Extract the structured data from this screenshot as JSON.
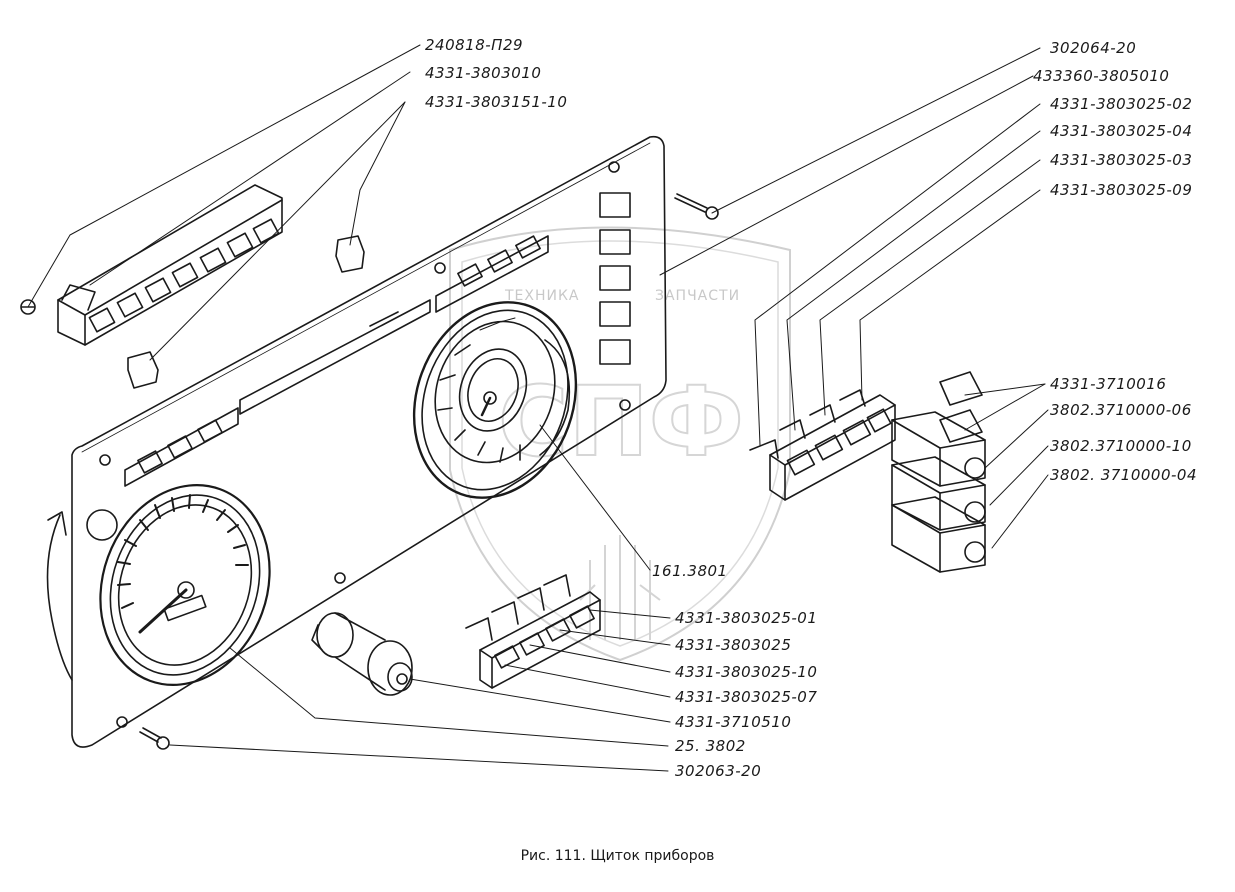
{
  "caption": "Рис. 111. Щиток приборов",
  "watermark": {
    "line1": "ТЕХНИКА",
    "line2": "ЗАПЧАСТИ",
    "logo": "СПФ"
  },
  "labels": [
    "240818-П29",
    "4331-3803010",
    "4331-3803151-10",
    "302064-20",
    "433360-3805010",
    "4331-3803025-02",
    "4331-3803025-04",
    "4331-3803025-03",
    "4331-3803025-09",
    "4331-3710016",
    "3802.3710000-06",
    "3802.3710000-10",
    "3802. 3710000-04",
    "161.3801",
    "4331-3803025-01",
    "4331-3803025",
    "4331-3803025-10",
    "4331-3803025-07",
    "4331-3710510",
    "25. 3802",
    "302063-20"
  ]
}
